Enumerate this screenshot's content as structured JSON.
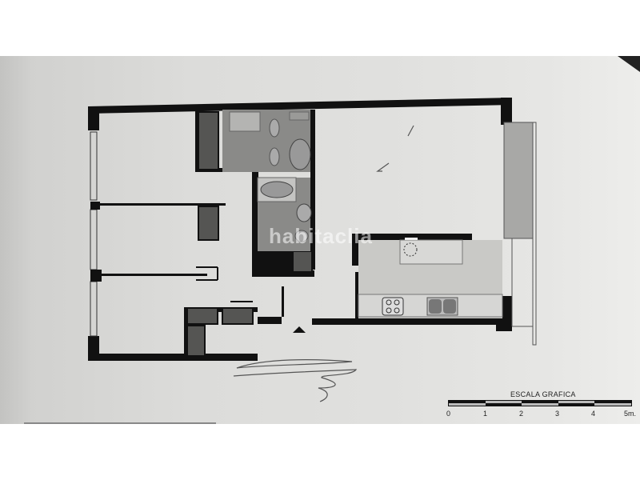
{
  "document": {
    "type": "floor-plan",
    "watermark": "habitaclia",
    "entrance_marker": "triangle-up"
  },
  "scale_bar": {
    "title": "ESCALA GRAFICA",
    "ticks": [
      "0",
      "1",
      "2",
      "3",
      "4",
      "5m."
    ]
  },
  "rooms": [
    {
      "id": "bedroom-1",
      "label": ""
    },
    {
      "id": "bedroom-2",
      "label": ""
    },
    {
      "id": "bedroom-3",
      "label": ""
    },
    {
      "id": "bathroom-1",
      "label": ""
    },
    {
      "id": "bathroom-2",
      "label": ""
    },
    {
      "id": "living-room",
      "label": ""
    },
    {
      "id": "kitchen",
      "label": ""
    },
    {
      "id": "terrace",
      "label": ""
    },
    {
      "id": "hallway",
      "label": ""
    }
  ],
  "colors": {
    "wall": "#111111",
    "paper": "#dcdcda",
    "tile_fill": "#8a8a88",
    "closet_fill": "#555553",
    "kitchen_fill": "#c9c9c6"
  }
}
